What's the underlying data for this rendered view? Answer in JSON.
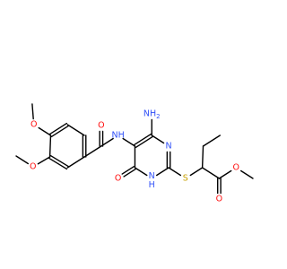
{
  "molecule": {
    "colors": {
      "bond": "#000000",
      "carbon": "#000000",
      "oxygen": "#ff0d0d",
      "nitrogen": "#3050f8",
      "sulfur": "#c8a000"
    },
    "atoms": [
      {
        "id": "O_meo1",
        "label": "O",
        "element": "oxygen"
      },
      {
        "id": "O_meo2",
        "label": "O",
        "element": "oxygen"
      },
      {
        "id": "N_amide",
        "label": "NH",
        "element": "nitrogen"
      },
      {
        "id": "O_amide",
        "label": "O",
        "element": "oxygen"
      },
      {
        "id": "N_amino",
        "label": "NH",
        "sub": "2",
        "element": "nitrogen"
      },
      {
        "id": "N_ring3",
        "label": "N",
        "element": "nitrogen"
      },
      {
        "id": "N_ring1",
        "label": "NH",
        "element": "nitrogen",
        "stacked": true
      },
      {
        "id": "O_keto",
        "label": "O",
        "element": "oxygen"
      },
      {
        "id": "S",
        "label": "S",
        "element": "sulfur"
      },
      {
        "id": "O_ester_carbonyl",
        "label": "O",
        "element": "oxygen"
      },
      {
        "id": "O_ester",
        "label": "O",
        "element": "oxygen"
      }
    ]
  }
}
